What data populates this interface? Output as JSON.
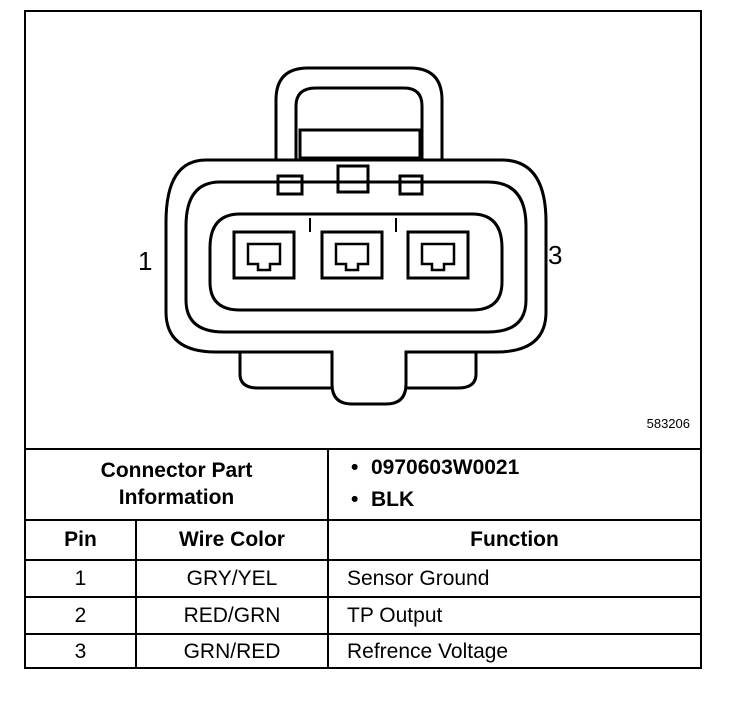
{
  "diagram": {
    "pin_left_label": "1",
    "pin_right_label": "3",
    "figure_id": "583206"
  },
  "connector_info": {
    "label_line1": "Connector Part",
    "label_line2": "Information",
    "part_number": "0970603W0021",
    "color": "BLK",
    "bullet": "•"
  },
  "table": {
    "headers": [
      "Pin",
      "Wire Color",
      "Function"
    ],
    "rows": [
      {
        "pin": "1",
        "wire": "GRY/YEL",
        "function": "Sensor Ground"
      },
      {
        "pin": "2",
        "wire": "RED/GRN",
        "function": "TP Output"
      },
      {
        "pin": "3",
        "wire": "GRN/RED",
        "function": "Refrence Voltage"
      }
    ]
  }
}
